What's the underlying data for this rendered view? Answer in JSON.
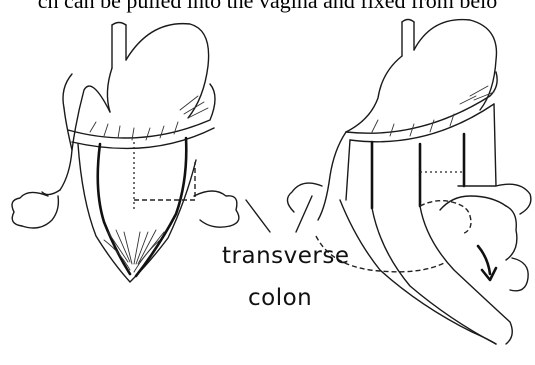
{
  "header": {
    "caption_fragment": "ch can be pulled into the vagina and fixed from belo"
  },
  "labels": {
    "line1": "transverse",
    "line2": "colon"
  }
}
